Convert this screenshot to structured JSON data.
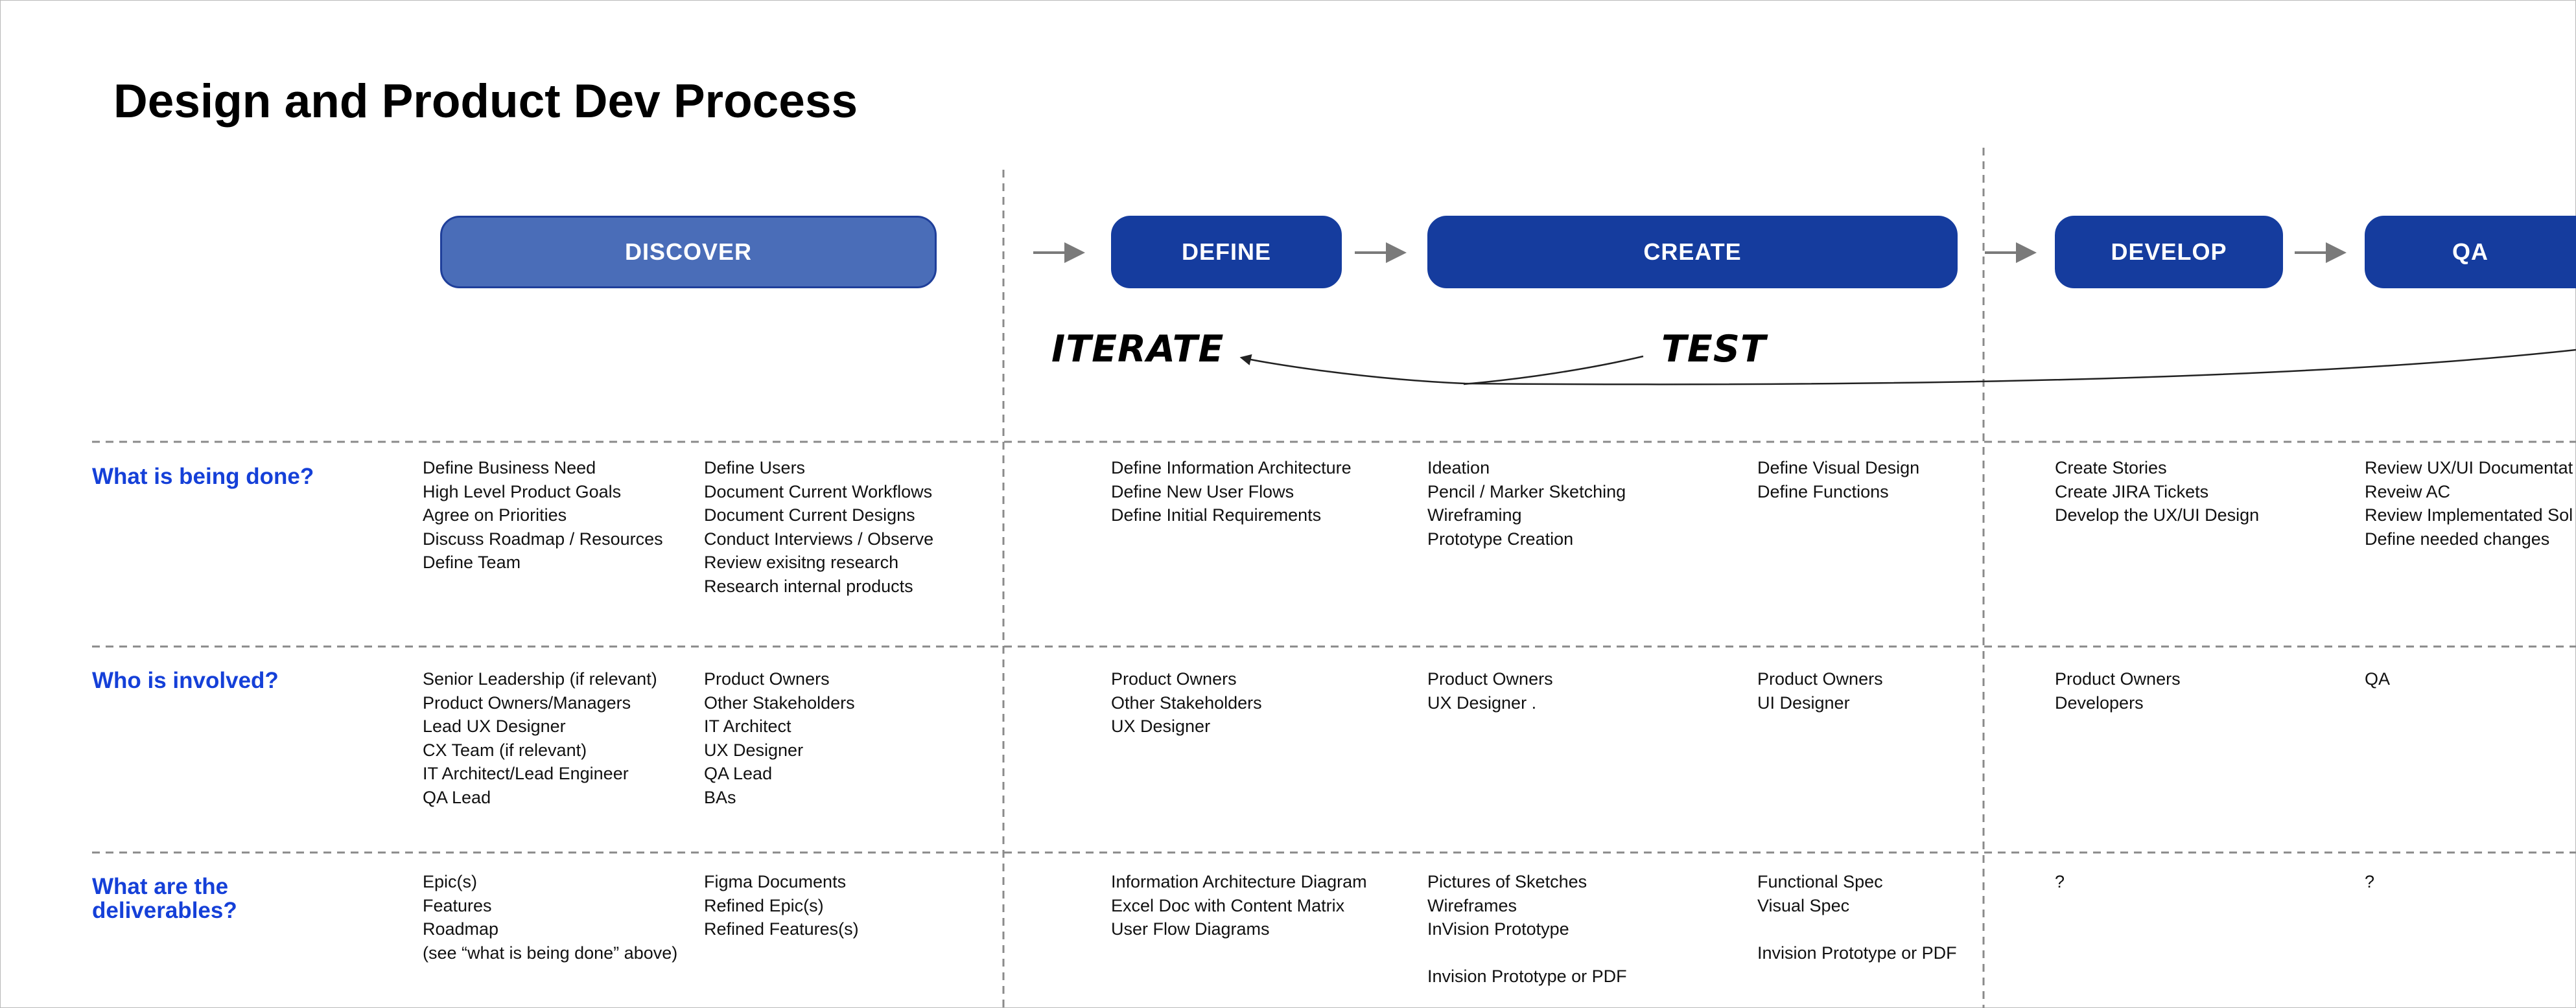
{
  "title": "Design and Product Dev Process",
  "phases": {
    "discover": "DISCOVER",
    "define": "DEFINE",
    "create": "CREATE",
    "develop": "DEVELOP",
    "qa": "QA"
  },
  "loop": {
    "iterate": "ITERATE",
    "test": "TEST"
  },
  "rows": {
    "done": {
      "label": "What is being done?",
      "discover_a": [
        "Define Business Need",
        "High Level Product Goals",
        "Agree on Priorities",
        "Discuss Roadmap / Resources",
        "Define Team"
      ],
      "discover_b": [
        "Define Users",
        "Document Current Workflows",
        "Document Current Designs",
        "Conduct Interviews / Observe",
        "Review exisitng research",
        "Research internal products"
      ],
      "define": [
        "Define Information Architecture",
        "Define New User Flows",
        "Define Initial Requirements"
      ],
      "create_a": [
        "Ideation",
        "Pencil / Marker Sketching",
        "Wireframing",
        "Prototype Creation"
      ],
      "create_b": [
        "Define Visual Design",
        "Define Functions"
      ],
      "develop": [
        "Create Stories",
        "Create JIRA Tickets",
        "Develop the UX/UI Design"
      ],
      "qa": [
        "Review UX/UI Documentat",
        "Reveiw AC",
        "Review Implementated Sol",
        "Define needed changes"
      ]
    },
    "who": {
      "label": "Who is involved?",
      "discover_a": [
        "Senior Leadership (if relevant)",
        "Product Owners/Managers",
        "Lead UX Designer",
        "CX Team (if relevant)",
        "IT Architect/Lead Engineer",
        "QA Lead"
      ],
      "discover_b": [
        "Product Owners",
        "Other Stakeholders",
        "IT Architect",
        "UX Designer",
        "QA Lead",
        "BAs"
      ],
      "define": [
        "Product Owners",
        "Other Stakeholders",
        "UX Designer"
      ],
      "create_a": [
        "Product Owners",
        "UX Designer ."
      ],
      "create_b": [
        "Product Owners",
        "UI Designer"
      ],
      "develop": [
        "Product Owners",
        "Developers"
      ],
      "qa": [
        "QA"
      ]
    },
    "deliverables": {
      "label_line1": "What are the",
      "label_line2": "deliverables?",
      "discover_a": [
        "Epic(s)",
        "Features",
        "Roadmap",
        "(see “what is being done” above)"
      ],
      "discover_b": [
        "Figma Documents",
        "Refined Epic(s)",
        "Refined Features(s)"
      ],
      "define": [
        "Information Architecture Diagram",
        "Excel Doc with Content Matrix",
        "User Flow Diagrams"
      ],
      "create_a": [
        "Pictures of Sketches",
        "Wireframes",
        "InVision Prototype",
        "",
        "Invision Prototype or PDF"
      ],
      "create_b": [
        "Functional Spec",
        "Visual Spec",
        "",
        "Invision Prototype or PDF"
      ],
      "develop": [
        "?"
      ],
      "qa": [
        "?"
      ]
    }
  }
}
